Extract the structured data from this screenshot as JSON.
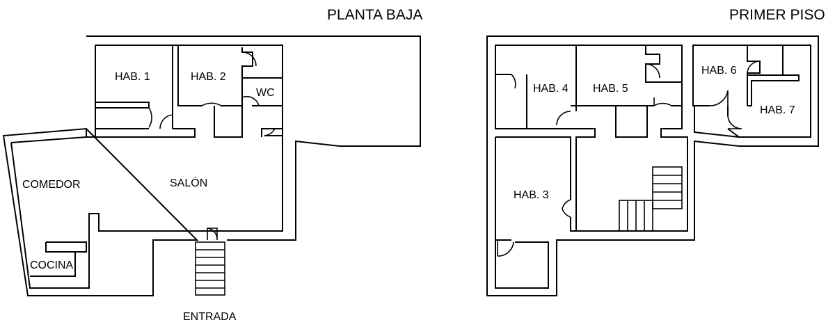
{
  "ground_floor": {
    "title": "PLANTA BAJA",
    "rooms": {
      "hab1": "HAB. 1",
      "hab2": "HAB. 2",
      "wc": "WC",
      "comedor": "COMEDOR",
      "salon": "SALÓN",
      "cocina": "COCINA"
    },
    "entrance": "ENTRADA"
  },
  "first_floor": {
    "title": "PRIMER PISO",
    "rooms": {
      "hab3": "HAB. 3",
      "hab4": "HAB. 4",
      "hab5": "HAB. 5",
      "hab6": "HAB. 6",
      "hab7": "HAB. 7"
    }
  }
}
